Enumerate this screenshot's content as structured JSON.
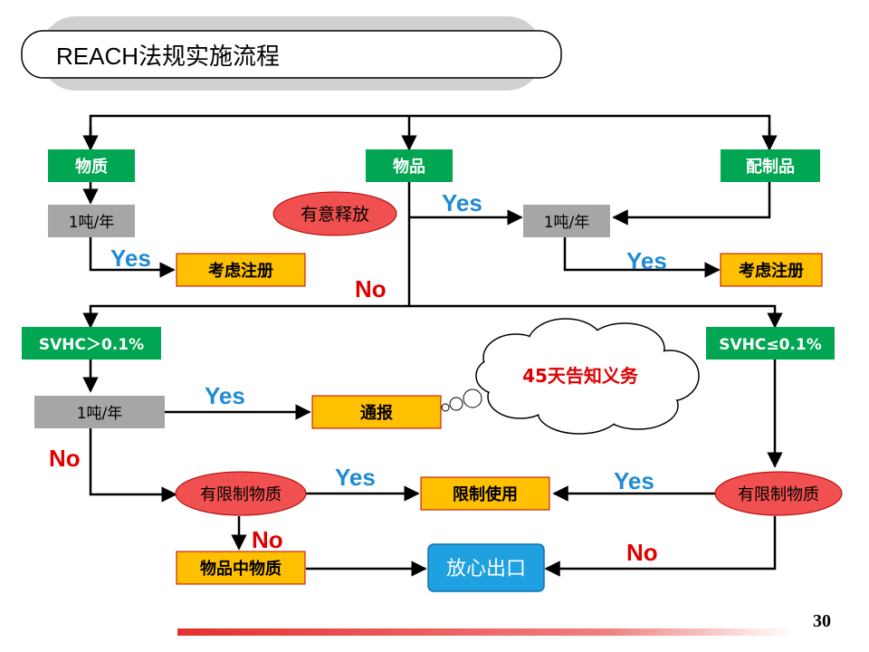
{
  "slide": {
    "title": "REACH法规实施流程",
    "page_number": "30"
  },
  "nodes": {
    "substance": "物质",
    "article": "物品",
    "preparation": "配制品",
    "tonnage_left": "1吨/年",
    "tonnage_right": "1吨/年",
    "tonnage_mid": "1吨/年",
    "intended_release": "有意释放",
    "register_left": "考虑注册",
    "register_right": "考虑注册",
    "svhc_gt": "SVHC＞0.1%",
    "svhc_le": "SVHC≤0.1%",
    "notify": "通报",
    "notify_cloud": "45天告知义务",
    "restricted_left": "有限制物质",
    "restricted_right": "有限制物质",
    "restricted_use": "限制使用",
    "substance_in_article": "物品中物质",
    "safe_export": "放心出口"
  },
  "edge_labels": {
    "yes_register_left": "Yes",
    "yes_article_tonnage": "Yes",
    "yes_register_right": "Yes",
    "no_article": "No",
    "yes_notify": "Yes",
    "no_tonnage_mid": "No",
    "yes_restricted_left": "Yes",
    "yes_restricted_right": "Yes",
    "no_restricted_left": "No",
    "no_restricted_right": "No"
  },
  "colors": {
    "green": "#00A651",
    "gray": "#A6A6A6",
    "orange": "#FFC000",
    "red_oval": "#F0504F",
    "blue_box": "#1FA0E0",
    "yes_text": "#1E8BD5",
    "no_text": "#E00000"
  }
}
